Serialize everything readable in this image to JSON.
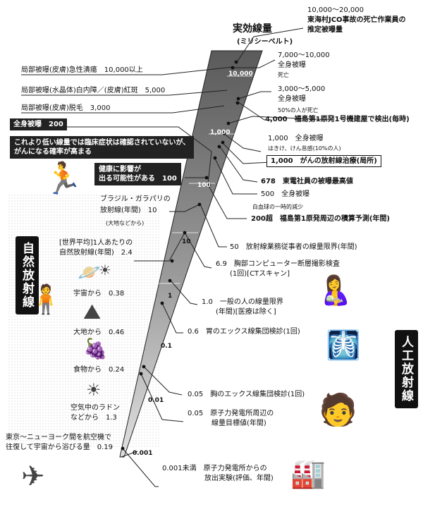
{
  "header": {
    "title": "実効線量",
    "unit": "(ミリシーベルト)"
  },
  "scale_ticks": [
    "10,000",
    "1,000",
    "100",
    "10",
    "1",
    "0.1",
    "0.01",
    "0.001"
  ],
  "left_items": {
    "skin_acute": "局部被曝(皮膚)急性潰瘍　10,000以上",
    "lens_erythema": "局部被曝(水晶体)白内障／(皮膚)紅斑　5,000",
    "skin_hair": "局部被曝(皮膚)脱毛　3,000",
    "whole_body_200": "全身被曝　200",
    "cancer_note_1": "これより低い線量では臨床症状は確認されていないが、",
    "cancer_note_2": "がんになる確率が高まる",
    "health_effect_1": "健康に影響が",
    "health_effect_2": "出る可能性がある　100",
    "brazil_1": "ブラジル・ガラパリの",
    "brazil_2": "放射線(年間)　10",
    "brazil_3": "(大地などから)",
    "world_avg_1": "[世界平均]1人あたりの",
    "world_avg_2": "自然放射線(年間)　2.4",
    "space": "宇宙から　0.38",
    "earth": "大地から　0.46",
    "food": "食物から　0.24",
    "radon_1": "空気中のラドン",
    "radon_2": "などから　1.3",
    "flight_1": "東京～ニューヨーク間を航空機で",
    "flight_2": "往復して宇宙から浴びる量　0.19"
  },
  "right_items": {
    "jco_1": "10,000～20,000",
    "jco_2": "東海村JCO事故の死亡作業員の",
    "jco_3": "推定被曝量",
    "death_1": "7,000～10,000",
    "death_2": "全身被曝",
    "death_3": "死亡",
    "half_1": "3,000～5,000",
    "half_2": "全身被曝",
    "half_3": "50%の人が死亡",
    "fukushima_4000": "4,000　福島第1原発1号機建屋で検出(毎時)",
    "wb1000_1": "1,000　全身被曝",
    "wb1000_2": "はきけ、けん怠感(10%の人)",
    "cancer_treat": "1,000　がんの放射線治療(局所)",
    "tepco": "678　東電社員の被曝最高値",
    "wb500_1": "500　全身被曝",
    "wb500_2": "白血球の一時的減少",
    "fukushima_200": "200超　福島第1原発周辺の積算予測(年間)",
    "worker_limit": "50　放射線業務従事者の線量限界(年間)",
    "ct_1": "6.9　胸部コンピューター断層撮影検査",
    "ct_2": "(1回)[CTスキャン]",
    "public_1": "1.0　一般の人の線量限界",
    "public_2": "(年間)[医療は除く]",
    "stomach": "0.6　胃のエックス線集団検診(1回)",
    "chest": "0.05　胸のエックス線集団検診(1回)",
    "plant_target_1": "0.05　原子力発電所周辺の",
    "plant_target_2": "線量目標値(年間)",
    "release_1": "0.001未満　原子力発電所からの",
    "release_2": "放出実験(評価、年間)"
  },
  "side_labels": {
    "natural": "自然放射線",
    "artificial": "人工放射線"
  },
  "icons": {
    "sun": "sun-icon",
    "planet": "planet-icon",
    "mountain": "mountain-icon",
    "food": "food-icon",
    "radon": "radon-icon",
    "airplane": "airplane-icon",
    "runner": "runner-icon",
    "person": "person-icon",
    "mother": "mother-icon",
    "doctor": "doctor-icon",
    "woman": "woman-icon",
    "plant": "power-plant-icon"
  },
  "colors": {
    "wedge": "#7f7f7f",
    "dots": "#e6e6e6",
    "box": "#222222"
  }
}
